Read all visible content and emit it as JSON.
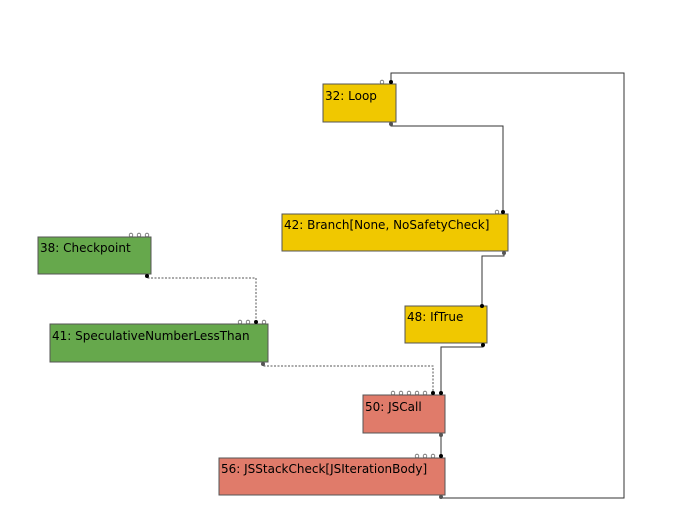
{
  "nodes": [
    {
      "id": "n32",
      "label": "32: Loop",
      "color": "#f0c800"
    },
    {
      "id": "n42",
      "label": "42: Branch[None, NoSafetyCheck]",
      "color": "#f0c800"
    },
    {
      "id": "n48",
      "label": "48: IfTrue",
      "color": "#f0c800"
    },
    {
      "id": "n38",
      "label": "38: Checkpoint",
      "color": "#66a84c"
    },
    {
      "id": "n41",
      "label": "41: SpeculativeNumberLessThan",
      "color": "#66a84c"
    },
    {
      "id": "n50",
      "label": "50: JSCall",
      "color": "#e07b6a"
    },
    {
      "id": "n56",
      "label": "56: JSStackCheck[JSIterationBody]",
      "color": "#e07b6a"
    }
  ],
  "edges": [
    {
      "from": "n32",
      "to": "n42",
      "type": "control"
    },
    {
      "from": "n42",
      "to": "n48",
      "type": "control"
    },
    {
      "from": "n48",
      "to": "n50",
      "type": "control"
    },
    {
      "from": "n38",
      "to": "n41",
      "type": "effect"
    },
    {
      "from": "n41",
      "to": "n50",
      "type": "effect"
    },
    {
      "from": "n50",
      "to": "n56",
      "type": "control"
    },
    {
      "from": "n56",
      "to": "n32",
      "type": "backedge"
    }
  ]
}
